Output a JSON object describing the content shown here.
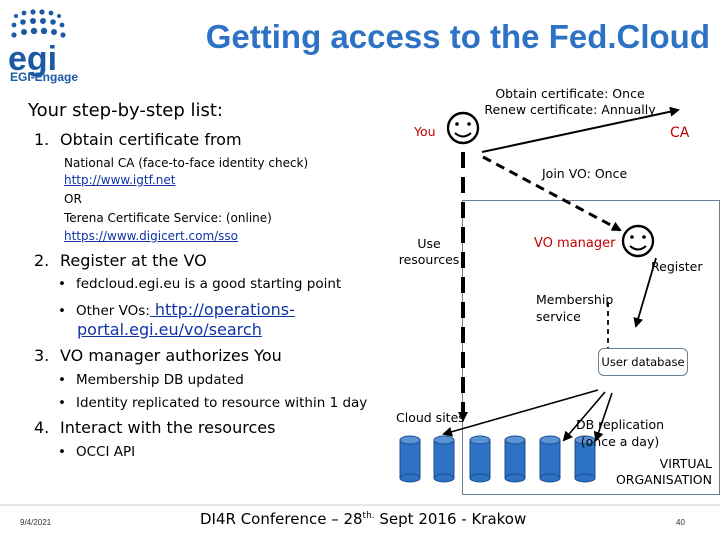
{
  "logo": {
    "text": "EGI-Engage"
  },
  "title": "Getting access to the Fed.Cloud",
  "steps": {
    "heading": "Your step-by-step list:",
    "step1": {
      "num": "1.",
      "text": "Obtain certificate from"
    },
    "step1_details": {
      "line1": "National CA (face-to-face identity check)",
      "link1": "http://www.igtf.net",
      "line2": "OR",
      "line3": "Terena Certificate Service: (online)",
      "link2": "https://www.digicert.com/sso"
    },
    "step2": {
      "num": "2.",
      "text": "Register at the VO"
    },
    "step2_bullets": {
      "b1": "fedcloud.egi.eu is a good starting point",
      "b2_prefix": "Other VOs:",
      "b2_link_a": " http://operations-",
      "b2_link_b": "portal.egi.eu/vo/search"
    },
    "step3": {
      "num": "3.",
      "text": "VO manager authorizes You"
    },
    "step3_bullets": {
      "b1": "Membership DB updated",
      "b2": "Identity replicated to resource within 1 day"
    },
    "step4": {
      "num": "4.",
      "text": "Interact with the resources"
    },
    "step4_bullets": {
      "b1": "OCCI API"
    }
  },
  "diagram": {
    "obtain_cert": "Obtain certificate: Once",
    "renew_cert": "Renew certificate: Annually",
    "you": "You",
    "ca": "CA",
    "join_vo": "Join VO: Once",
    "use_resources_1": "Use",
    "use_resources_2": "resources",
    "vo_manager": "VO manager",
    "register": "Register",
    "membership_1": "Membership",
    "membership_2": "service",
    "user_database": "User database",
    "cloud_sites": "Cloud sites",
    "db_replication_1": "DB replication",
    "db_replication_2": "(once a day)",
    "virtual_org_1": "VIRTUAL",
    "virtual_org_2": "ORGANISATION"
  },
  "footer": {
    "date": "9/4/2021",
    "conference_a": "DI4R Conference – 28",
    "conference_sup": "th.",
    "conference_b": " Sept 2016 - Krakow",
    "page": "40"
  },
  "colors": {
    "title": "#2d72c4",
    "link": "#1034a6",
    "ca": "#c00000",
    "cylinder": "#2d72c4"
  }
}
